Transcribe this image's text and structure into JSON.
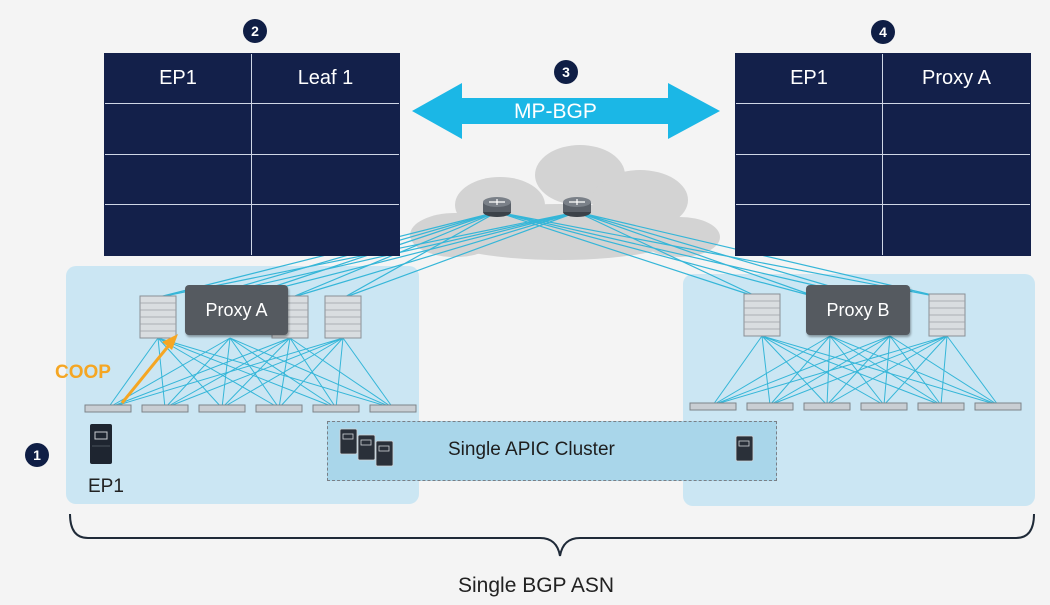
{
  "left_table": {
    "header": [
      "EP1",
      "Leaf 1"
    ],
    "rows": [
      [
        "",
        ""
      ],
      [
        "",
        ""
      ],
      [
        "",
        ""
      ]
    ]
  },
  "right_table": {
    "header": [
      "EP1",
      "Proxy A"
    ],
    "rows": [
      [
        "",
        ""
      ],
      [
        "",
        ""
      ],
      [
        "",
        ""
      ]
    ]
  },
  "badges": {
    "b1": "1",
    "b2": "2",
    "b3": "3",
    "b4": "4"
  },
  "arrow_label": "MP-BGP",
  "proxy_a": "Proxy A",
  "proxy_b": "Proxy B",
  "coop_label": "COOP",
  "apic_cluster_label": "Single APIC Cluster",
  "ep1_label": "EP1",
  "bottom_label": "Single BGP ASN",
  "colors": {
    "navy": "#13204a",
    "arrow": "#1bb7e6",
    "site_bg": "#cbe6f3",
    "links": "#35b6d8",
    "coop": "#f5a623"
  }
}
